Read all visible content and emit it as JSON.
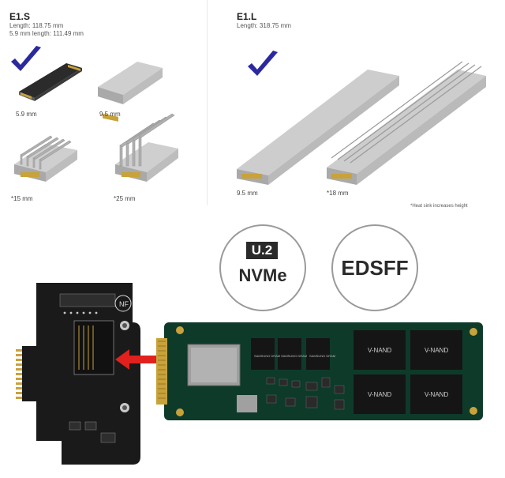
{
  "e1s": {
    "title": "E1.S",
    "length_line": "Length: 118.75 mm",
    "length_line2": "5.9 mm length: 111.49 mm",
    "captions": [
      "5.9 mm",
      "9.5 mm",
      "*15 mm",
      "*25 mm"
    ]
  },
  "e1l": {
    "title": "E1.L",
    "length_line": "Length: 318.75 mm",
    "captions": [
      "9.5 mm",
      "*18 mm"
    ]
  },
  "footnote": "*Heat sink increases height",
  "badges": {
    "u2_top": "U.2",
    "u2_bottom": "NVMe",
    "edsff": "EDSFF"
  },
  "ssd_chip_labels": [
    "V-NAND",
    "V-NAND",
    "V-NAND",
    "V-NAND"
  ],
  "dram_labels": [
    "SAMSUNG DRAM",
    "SAMSUNG DRAM",
    "SAMSUNG DRAM"
  ],
  "adapter_logo": "NF",
  "colors": {
    "checkmark": "#2a2a9e",
    "arrow": "#e0211d",
    "pcb_black": "#1a1a1a",
    "pcb_green": "#0e3a2a",
    "gold": "#c8a23a",
    "drive_gray": "#b9b9b9"
  },
  "icons": [
    "checkmark-icon",
    "arrow-left-icon"
  ]
}
